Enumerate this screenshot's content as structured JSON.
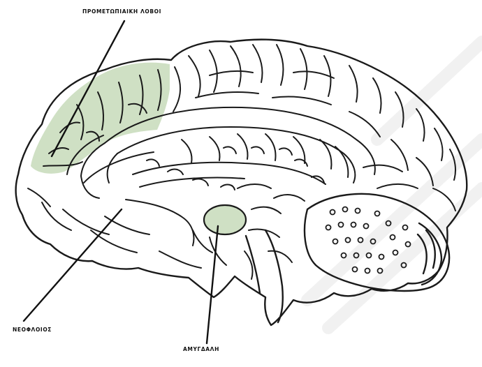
{
  "labels": {
    "prefrontal": "ΠΡΟΜΕΤΩΠΙΑΙΚΗ ΛΟΒΟΙ",
    "neocortex": "ΝΕΟΦΛΟΙΟΣ",
    "amygdala": "ΑΜΥΓΔΑΛΗ"
  },
  "colors": {
    "highlight": "#cfe0c4",
    "outline": "#1a1a1a",
    "watermark": "#e3e3e3"
  }
}
